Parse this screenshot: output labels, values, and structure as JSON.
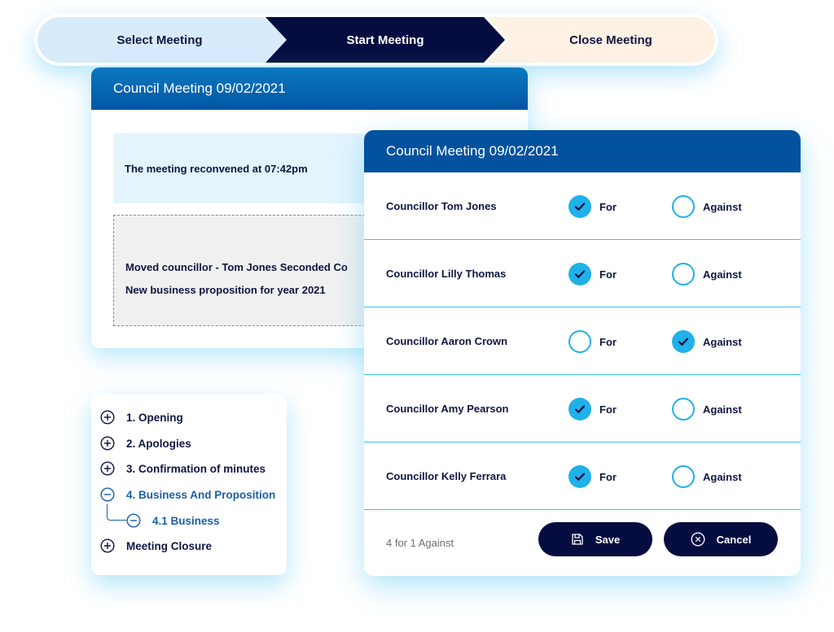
{
  "stepper": {
    "steps": [
      {
        "label": "Select Meeting",
        "state": "done"
      },
      {
        "label": "Start Meeting",
        "state": "active"
      },
      {
        "label": "Close Meeting",
        "state": "pending"
      }
    ]
  },
  "minutes_card": {
    "title": "Council Meeting 09/02/2021",
    "note": "The meeting reconvened at 07:42pm",
    "motion_lines": [
      "Moved councillor - Tom Jones Seconded Co",
      "New business proposition for year 2021"
    ]
  },
  "agenda": {
    "items": [
      {
        "label": "1. Opening",
        "icon": "plus-circle-icon",
        "expanded": false
      },
      {
        "label": "2. Apologies",
        "icon": "plus-circle-icon",
        "expanded": false
      },
      {
        "label": "3. Confirmation of minutes",
        "icon": "plus-circle-icon",
        "expanded": false
      },
      {
        "label": "4. Business And Proposition",
        "icon": "minus-circle-icon",
        "expanded": true
      },
      {
        "label": "4.1 Business",
        "icon": "minus-circle-icon",
        "expanded": true,
        "child": true
      },
      {
        "label": "Meeting Closure",
        "icon": "plus-circle-icon",
        "expanded": false
      }
    ]
  },
  "vote_card": {
    "title": "Council Meeting 09/02/2021",
    "for_label": "For",
    "against_label": "Against",
    "rows": [
      {
        "name": "Councillor Tom Jones",
        "vote": "for"
      },
      {
        "name": "Councillor Lilly Thomas",
        "vote": "for"
      },
      {
        "name": "Councillor Aaron Crown",
        "vote": "against"
      },
      {
        "name": "Councillor Amy Pearson",
        "vote": "for"
      },
      {
        "name": "Councillor Kelly Ferrara",
        "vote": "for"
      }
    ],
    "tally": "4 for 1 Against",
    "save_label": "Save",
    "cancel_label": "Cancel"
  },
  "colors": {
    "accent": "#1fb1e8",
    "navy": "#050d40",
    "header_blue": "#03529f",
    "active_link": "#1a5fa8"
  }
}
